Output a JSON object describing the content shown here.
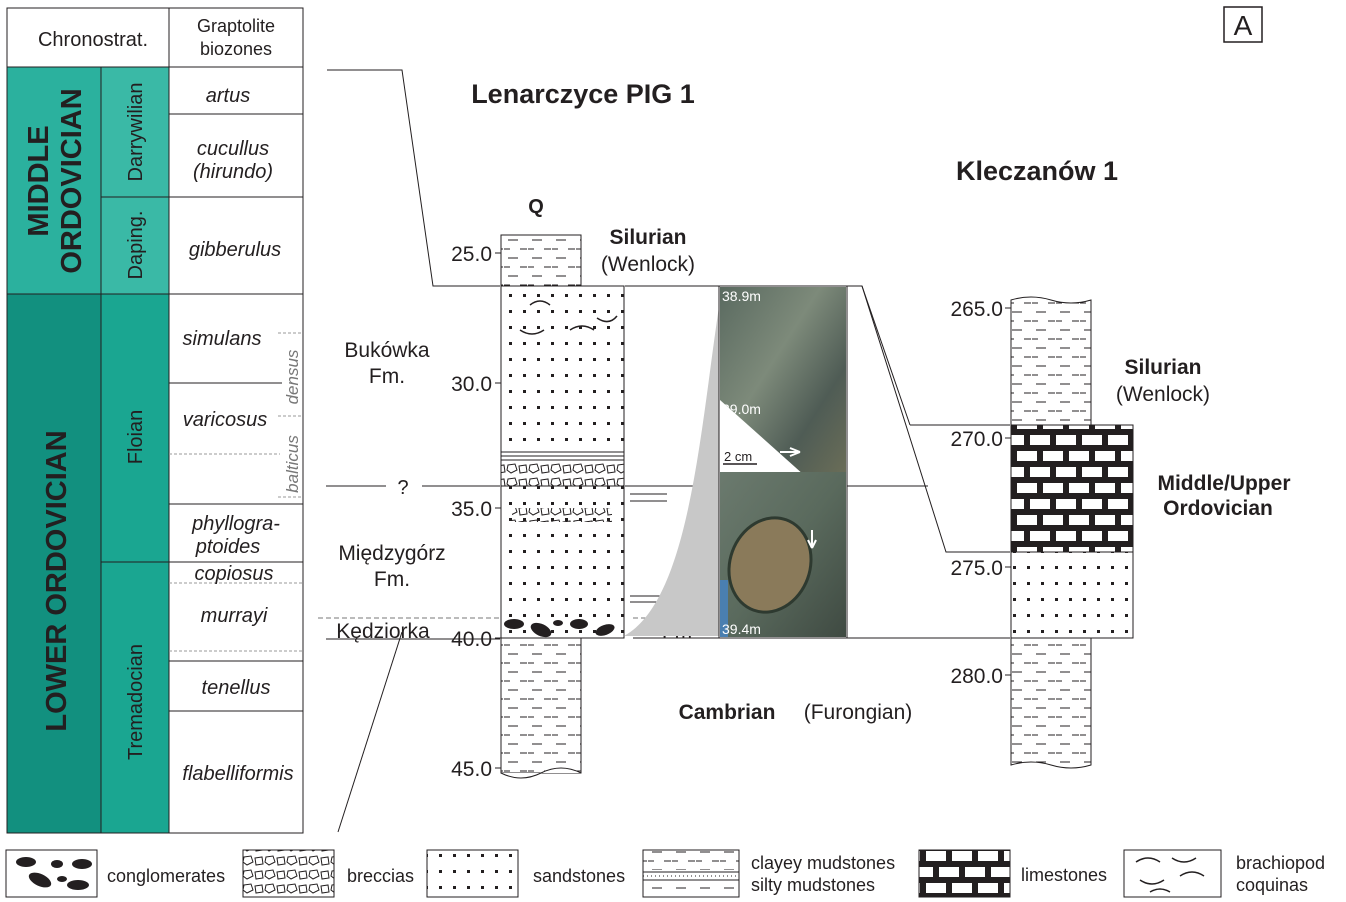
{
  "panel_label": "A",
  "chronostrat": {
    "header_left": "Chronostrat.",
    "header_right_1": "Graptolite",
    "header_right_2": "biozones",
    "middle_1": "MIDDLE",
    "middle_2": "ORDOVICIAN",
    "lower": "LOWER ORDOVICIAN",
    "darrywilian": "Darrywilian",
    "daping": "Daping.",
    "floian": "Floian",
    "tremadocian": "Tremadocian",
    "zones": {
      "artus": "artus",
      "cucullus_1": "cucullus",
      "cucullus_2": "(hirundo)",
      "gibberulus": "gibberulus",
      "simulans": "simulans",
      "varicosus": "varicosus",
      "phyllo_1": "phyllogra-",
      "phyllo_2": "ptoides",
      "copiosus": "copiosus",
      "murrayi": "murrayi",
      "tenellus": "tenellus",
      "flabelliformis": "flabelliformis",
      "densus": "densus",
      "balticus": "balticus"
    }
  },
  "well1": {
    "title": "Lenarczyce PIG 1",
    "q": "Q",
    "depths": [
      "25.0",
      "30.0",
      "35.0",
      "40.0",
      "45.0"
    ],
    "silurian_1": "Silurian",
    "silurian_2": "(Wenlock)",
    "bukowka_1": "Bukówka",
    "bukowka_2": "Fm.",
    "question": "?",
    "miedzygorz_1": "Międzygórz",
    "miedzygorz_2": "Fm.",
    "kedziorka": "Kędziorka",
    "fm": "Fm",
    "cambrian": "Cambrian",
    "furongian": "(Furongian)",
    "photo_labels": [
      "38.9m",
      "39.0m",
      "2 cm",
      "39.4m"
    ]
  },
  "well2": {
    "title": "Kleczanów 1",
    "depths": [
      "265.0",
      "270.0",
      "275.0",
      "280.0"
    ],
    "silurian_1": "Silurian",
    "silurian_2": "(Wenlock)",
    "ordovician_1": "Middle/Upper",
    "ordovician_2": "Ordovician"
  },
  "legend": {
    "conglomerates": "conglomerates",
    "breccias": "breccias",
    "sandstones": "sandstones",
    "clayey": "clayey mudstones",
    "silty": "silty mudstones",
    "limestones": "limestones",
    "brachiopod_1": "brachiopod",
    "brachiopod_2": "coquinas"
  },
  "colors": {
    "teal_dark": "#138f7f",
    "teal_mid": "#1faa95",
    "teal_light": "#2bb8a2"
  }
}
